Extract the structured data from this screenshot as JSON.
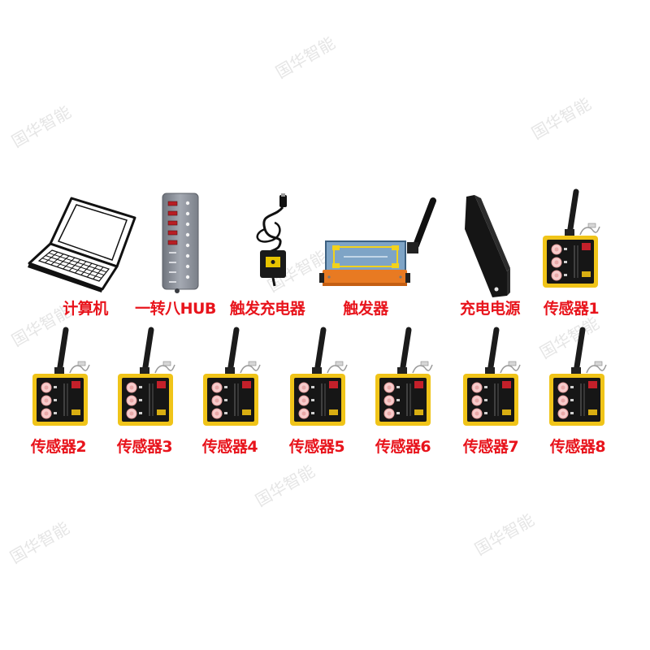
{
  "watermark": "国华智能",
  "colors": {
    "label": "#e8141c",
    "background": "#ffffff",
    "sensor_frame": "#f0c419",
    "trigger_base": "#e87a22",
    "trigger_panel": "#7ea4c6"
  },
  "components": [
    {
      "label": "计算机",
      "icon": "laptop"
    },
    {
      "label": "一转八HUB",
      "icon": "usb-hub"
    },
    {
      "label": "触发充电器",
      "icon": "trigger-charger"
    },
    {
      "label": "触发器",
      "icon": "trigger"
    },
    {
      "label": "充电电源",
      "icon": "charging-power-supply"
    },
    {
      "label": "传感器1",
      "icon": "sensor"
    },
    {
      "label": "传感器2",
      "icon": "sensor"
    },
    {
      "label": "传感器3",
      "icon": "sensor"
    },
    {
      "label": "传感器4",
      "icon": "sensor"
    },
    {
      "label": "传感器5",
      "icon": "sensor"
    },
    {
      "label": "传感器6",
      "icon": "sensor"
    },
    {
      "label": "传感器7",
      "icon": "sensor"
    },
    {
      "label": "传感器8",
      "icon": "sensor"
    }
  ]
}
